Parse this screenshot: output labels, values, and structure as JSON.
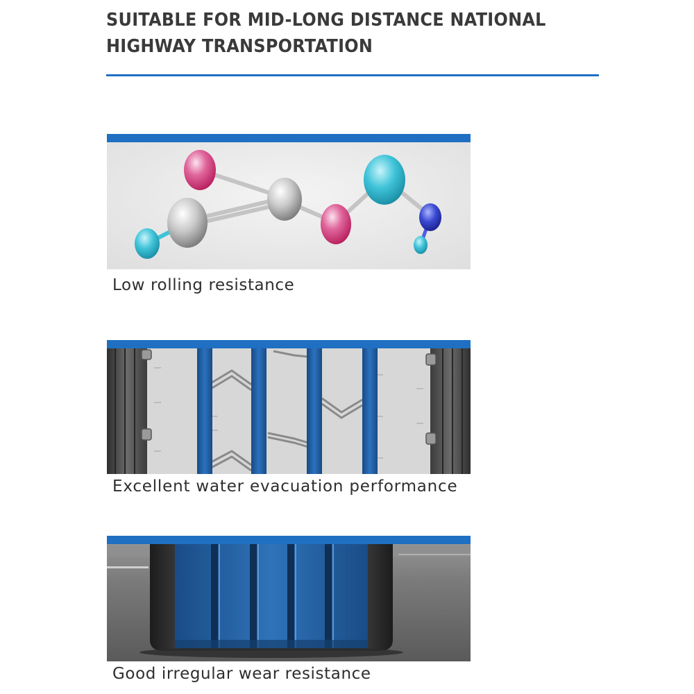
{
  "header": {
    "title_line1": "SUITABLE FOR MID-LONG DISTANCE NATIONAL",
    "title_line2": "HIGHWAY TRANSPORTATION"
  },
  "features": [
    {
      "caption": "Low rolling resistance",
      "icon": "molecule-illustration"
    },
    {
      "caption": "Excellent water evacuation performance",
      "icon": "tread-grooves-illustration"
    },
    {
      "caption": "Good irregular wear resistance",
      "icon": "tire-contact-illustration"
    }
  ],
  "colors": {
    "accent": "#1f6fc2",
    "groove_blue": "#1d5aa0",
    "text": "#2e2e2e"
  }
}
